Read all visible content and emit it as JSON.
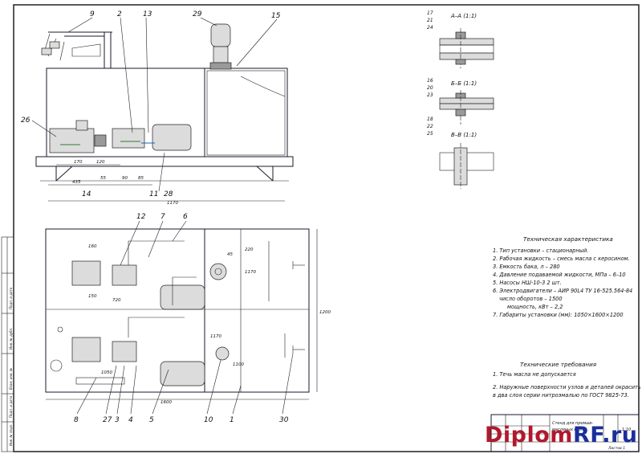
{
  "part_numbers_top": [
    "9",
    "2",
    "13",
    "29",
    "15",
    "26",
    "14",
    "11",
    "28"
  ],
  "part_numbers_bottom": [
    "12",
    "7",
    "6",
    "8",
    "27",
    "3",
    "4",
    "5",
    "10",
    "1",
    "30"
  ],
  "section_labels": [
    {
      "refs": [
        "17",
        "21",
        "24"
      ],
      "title": "А–А (1:1)"
    },
    {
      "refs": [
        "16",
        "20",
        "23"
      ],
      "title": "Б–Б (1:1)"
    },
    {
      "refs": [
        "18",
        "22",
        "25"
      ],
      "title": "В–В (1:1)"
    }
  ],
  "dimensions": {
    "top_view": [
      "170",
      "120",
      "435",
      "55",
      "90",
      "85",
      "1170"
    ],
    "plan_view": [
      "160",
      "150",
      "720",
      "220",
      "1170",
      "45",
      "1170",
      "1100",
      "1050"
    ],
    "overall_width": "1600",
    "overall_height": "1200"
  },
  "tech_spec": {
    "title": "Техническая характеристика",
    "items": [
      "1. Тип установки – стационарный.",
      "2. Рабочая жидкость – смесь масла с керосином.",
      "3. Емкость бака, л – 280",
      "4. Давление подаваемой жидкости, МПа – 6–10",
      "5. Насосы НШ-10-3  2 шт.",
      "6. Электродвигатели – АИР 90L4 ТУ 16-525.564-84",
      "   число оборотов – 1500",
      "   мощность, кВт – 2,2",
      "7. Габариты установки (мм): 1050×1600×1200"
    ]
  },
  "tech_requirements": {
    "title": "Технические требования",
    "items": [
      "1. Течь масла не допускается",
      "2. Наружные поверхности узлов и деталей окрасить",
      "в два слоя серии нитроэмалью по ГОСТ 9825-73."
    ]
  },
  "title_block": {
    "name_line1": "Стенд для промыв-",
    "name_line2": "масляных конт...",
    "scale": "1:10",
    "sheet": "Листов 1"
  },
  "side_stamp": [
    "Инв. № подл.",
    "Подп. и дата",
    "Взам. инв. №",
    "Инв. № дубл.",
    "Подп. и дата"
  ],
  "watermark": {
    "main": "Diplom",
    "suffix": "RF.ru"
  },
  "colors": {
    "line": "#1a1a2e",
    "accent_blue": "#1565c0",
    "accent_green": "#2e7d32",
    "watermark_red": "#b0192d",
    "watermark_blue": "#1a2f9a"
  }
}
